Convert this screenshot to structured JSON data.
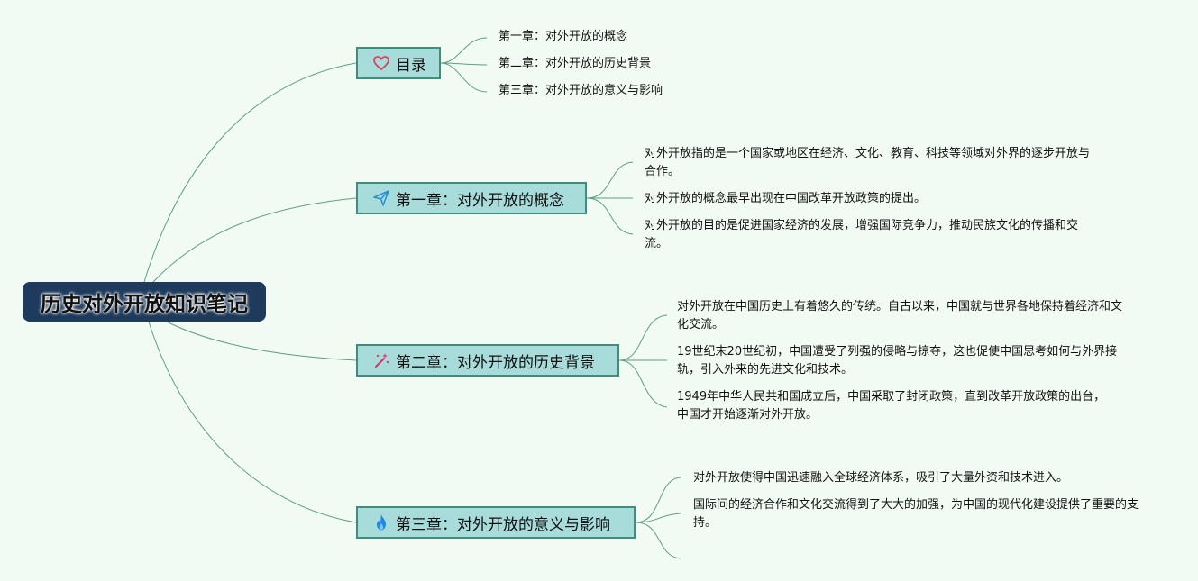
{
  "root": {
    "title": "历史对外开放知识笔记"
  },
  "branches": [
    {
      "label": "目录",
      "icon": "heart-icon",
      "leaves": [
        "第一章：对外开放的概念",
        "第二章：对外开放的历史背景",
        "第三章：对外开放的意义与影响"
      ]
    },
    {
      "label": "第一章：对外开放的概念",
      "icon": "paper-plane-icon",
      "leaves": [
        "对外开放指的是一个国家或地区在经济、文化、教育、科技等领域对外界的逐步开放与合作。",
        "对外开放的概念最早出现在中国改革开放政策的提出。",
        "对外开放的目的是促进国家经济的发展，增强国际竞争力，推动民族文化的传播和交流。"
      ]
    },
    {
      "label": "第二章：对外开放的历史背景",
      "icon": "magic-wand-icon",
      "leaves": [
        "对外开放在中国历史上有着悠久的传统。自古以来，中国就与世界各地保持着经济和文化交流。",
        "19世纪末20世纪初，中国遭受了列强的侵略与掠夺，这也促使中国思考如何与外界接轨，引入外来的先进文化和技术。",
        "1949年中华人民共和国成立后，中国采取了封闭政策，直到改革开放政策的出台，中国才开始逐渐对外开放。"
      ]
    },
    {
      "label": "第三章：对外开放的意义与影响",
      "icon": "fire-icon",
      "leaves": [
        "对外开放使得中国迅速融入全球经济体系，吸引了大量外资和技术进入。",
        "国际间的经济合作和文化交流得到了大大的加强，为中国的现代化建设提供了重要的支持。",
        ""
      ]
    }
  ]
}
